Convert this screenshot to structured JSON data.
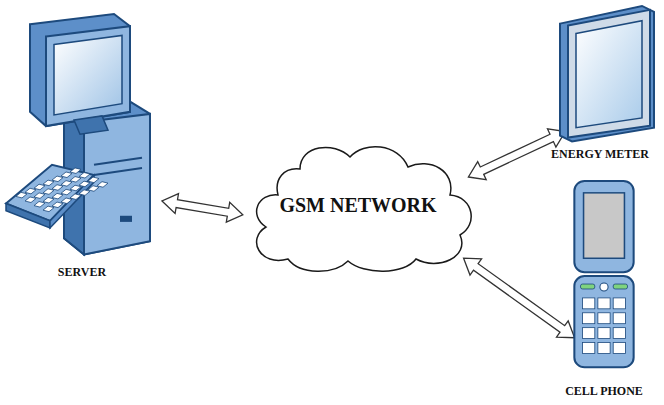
{
  "diagram": {
    "nodes": [
      {
        "text": [
          "SERVER"
        ]
      },
      {
        "text": [
          "GSM NETWORK"
        ]
      },
      {
        "text": [
          "ENERGY METER"
        ]
      },
      {
        "text": [
          "CELL PHONE"
        ]
      }
    ],
    "edges": [
      {
        "from": 0,
        "to": 1,
        "arrow": "both"
      },
      {
        "from": 1,
        "to": 2,
        "arrow": "both"
      },
      {
        "from": 1,
        "to": 3,
        "arrow": "both"
      }
    ]
  }
}
